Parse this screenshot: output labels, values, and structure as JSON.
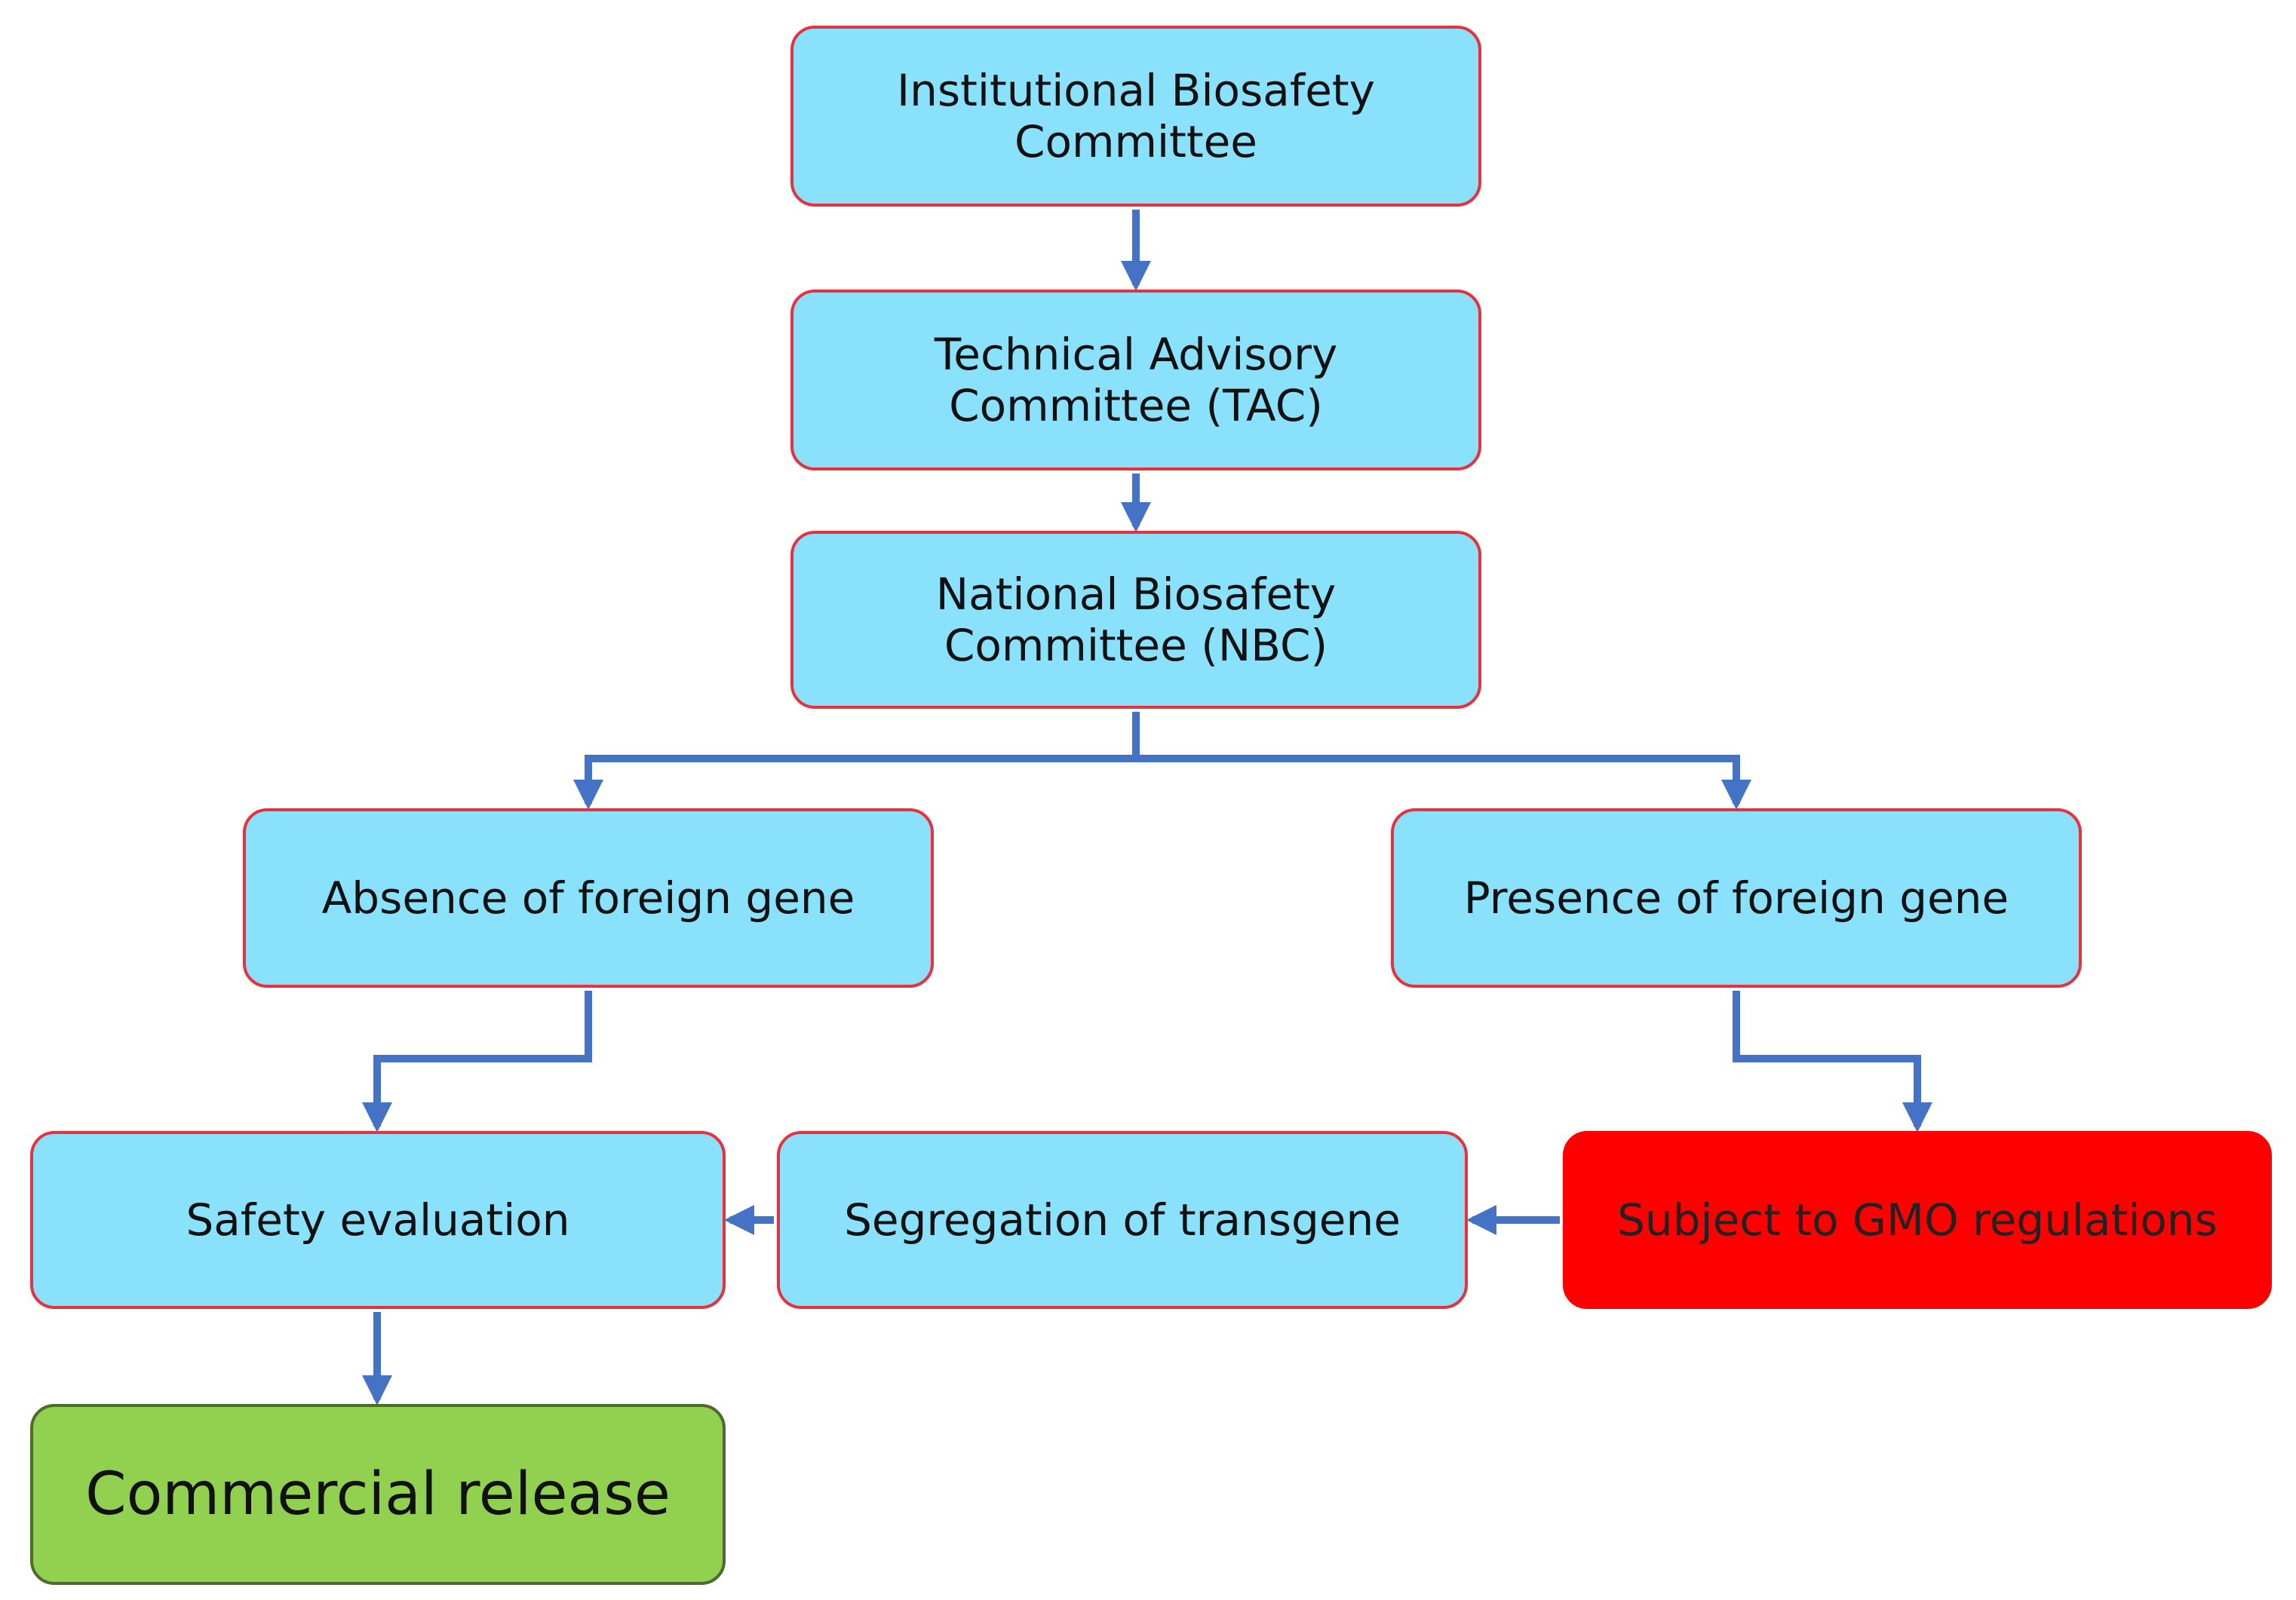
{
  "diagram": {
    "nodes": {
      "ibc": "Institutional Biosafety\nCommittee",
      "tac": "Technical Advisory\nCommittee (TAC)",
      "nbc": "National Biosafety\nCommittee (NBC)",
      "absence": "Absence of foreign gene",
      "presence": "Presence of foreign gene",
      "safety": "Safety evaluation",
      "segregation": "Segregation of transgene",
      "gmo": "Subject to GMO regulations",
      "release": "Commercial release"
    },
    "edges": [
      {
        "from": "ibc",
        "to": "tac"
      },
      {
        "from": "tac",
        "to": "nbc"
      },
      {
        "from": "nbc",
        "to": "absence"
      },
      {
        "from": "nbc",
        "to": "presence"
      },
      {
        "from": "absence",
        "to": "safety"
      },
      {
        "from": "presence",
        "to": "gmo"
      },
      {
        "from": "gmo",
        "to": "segregation"
      },
      {
        "from": "segregation",
        "to": "safety"
      },
      {
        "from": "safety",
        "to": "release"
      }
    ],
    "colors": {
      "step_fill": "#8ae1fc",
      "step_border": "#e6323e",
      "regulation_fill": "#ff0000",
      "release_fill": "#92d050",
      "connector": "#4472c4"
    }
  }
}
